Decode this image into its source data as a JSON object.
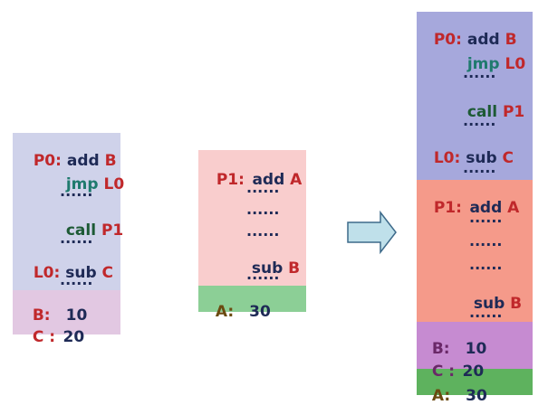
{
  "module_p0": {
    "lines": [
      {
        "label": "P0:",
        "op": "add",
        "arg": "B"
      },
      {
        "op": "jmp",
        "arg": "L0"
      },
      {
        "op": "......"
      },
      {
        "op": "call",
        "arg": "P1"
      },
      {
        "op": "......"
      },
      {
        "label": "L0:",
        "op": "sub",
        "arg": "C"
      },
      {
        "op": "......"
      }
    ],
    "data": [
      {
        "name": "B:",
        "value": "10"
      },
      {
        "name": "C :",
        "value": "20"
      }
    ]
  },
  "module_p1": {
    "lines": [
      {
        "label": "P1:",
        "op": "add",
        "arg": "A"
      },
      {
        "op": "......"
      },
      {
        "op": "......"
      },
      {
        "op": "......"
      },
      {
        "op": "sub",
        "arg": "B"
      },
      {
        "op": "......"
      }
    ],
    "data": [
      {
        "name": "A:",
        "value": "30"
      }
    ]
  },
  "linked": {
    "p0_lines": [
      {
        "label": "P0:",
        "op": "add",
        "arg": "B"
      },
      {
        "op": "jmp",
        "arg": "L0"
      },
      {
        "op": "......"
      },
      {
        "op": "call",
        "arg": "P1"
      },
      {
        "op": "......"
      },
      {
        "label": "L0:",
        "op": "sub",
        "arg": "C"
      },
      {
        "op": "......"
      }
    ],
    "p1_lines": [
      {
        "label": "P1:",
        "op": "add",
        "arg": "A"
      },
      {
        "op": "......"
      },
      {
        "op": "......"
      },
      {
        "op": "......"
      },
      {
        "op": "sub",
        "arg": "B"
      },
      {
        "op": "......"
      }
    ],
    "data_bc": [
      {
        "name": "B:",
        "value": "10"
      },
      {
        "name": "C :",
        "value": "20"
      }
    ],
    "data_a": [
      {
        "name": "A:",
        "value": "30"
      }
    ]
  },
  "colors": {
    "p0_bg": "#cfd2ea",
    "p0_data_bg": "#e2c8e2",
    "p1_bg": "#f9cdcd",
    "p1_data_bg": "#8ccf96",
    "linked_p0_bg": "#a6a8dc",
    "linked_p1_bg": "#f59a8a",
    "linked_bc_bg": "#c68bd1",
    "linked_a_bg": "#5eb25e",
    "arrow_fill": "#bfe0ea",
    "arrow_stroke": "#3d6a8a"
  }
}
